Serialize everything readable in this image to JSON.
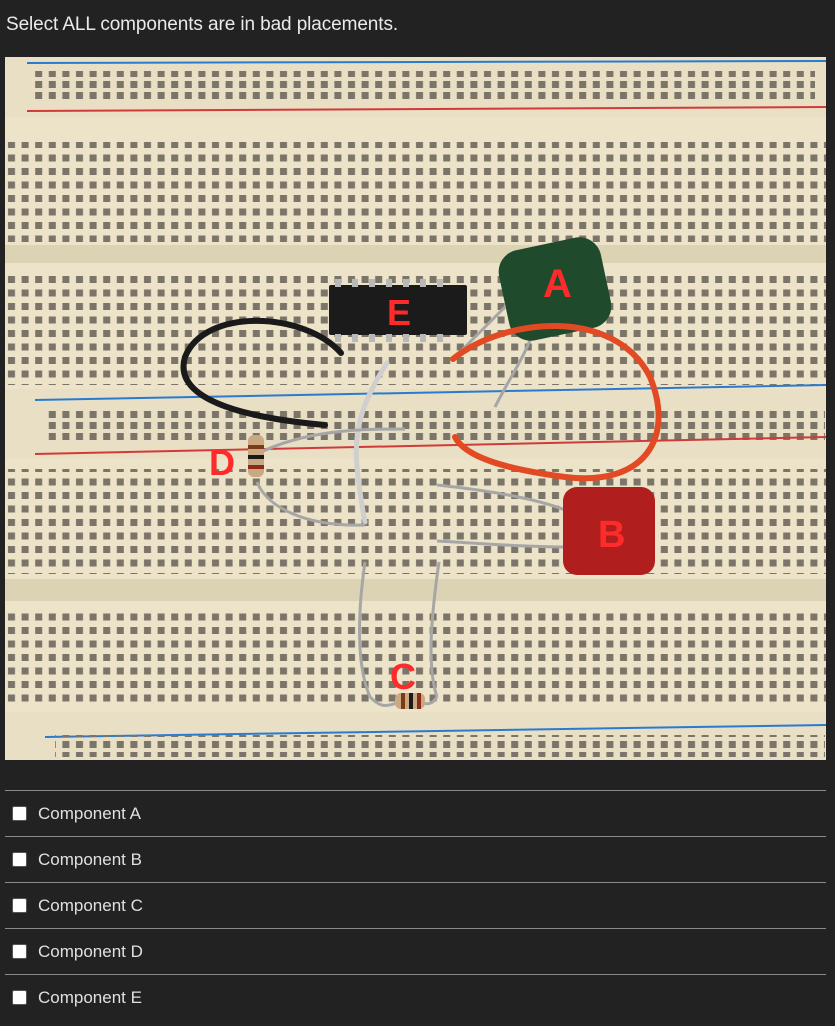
{
  "question": {
    "text": "Select ALL components are in bad placements."
  },
  "photo": {
    "component_labels": {
      "a": "A",
      "b": "B",
      "c": "C",
      "d": "D",
      "e": "E"
    },
    "colors": {
      "board": "#ece3c8",
      "rail_red": "#d23a3a",
      "rail_blue": "#2a7bd0",
      "label_red": "#ff2a2a",
      "capacitor_green": "#1f4a2c",
      "capacitor_red": "#b11e1e",
      "wire_orange": "#e24a24"
    }
  },
  "options": [
    {
      "label": "Component A",
      "checked": false
    },
    {
      "label": "Component B",
      "checked": false
    },
    {
      "label": "Component C",
      "checked": false
    },
    {
      "label": "Component D",
      "checked": false
    },
    {
      "label": "Component E",
      "checked": false
    }
  ]
}
